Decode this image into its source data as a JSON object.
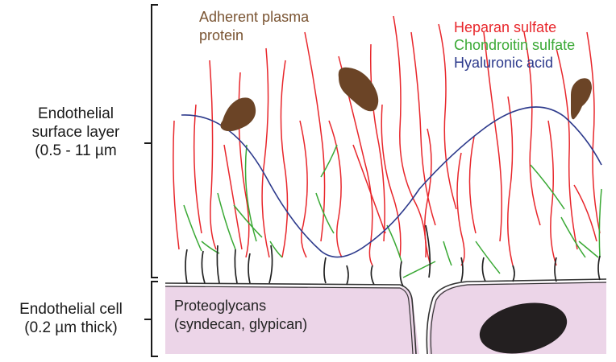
{
  "labels": {
    "surface_layer": [
      "Endothelial",
      "surface layer",
      "(0.5 - 11 µm"
    ],
    "cell": [
      "Endothelial cell",
      "(0.2 µm thick)"
    ],
    "plasma_protein": [
      "Adherent plasma",
      "protein"
    ],
    "proteoglycans": [
      "Proteoglycans",
      "(syndecan, glypican)"
    ]
  },
  "legend": [
    {
      "text": "Heparan sulfate",
      "color": "#e8262b"
    },
    {
      "text": "Chondroitin sulfate",
      "color": "#3aa935"
    },
    {
      "text": "Hyaluronic acid",
      "color": "#2d3a8c"
    }
  ],
  "colors": {
    "cell_fill": "#ecd5e8",
    "protein": "#6b4426",
    "nucleus": "#231f20",
    "membrane": "#333333",
    "core": "#222222"
  }
}
